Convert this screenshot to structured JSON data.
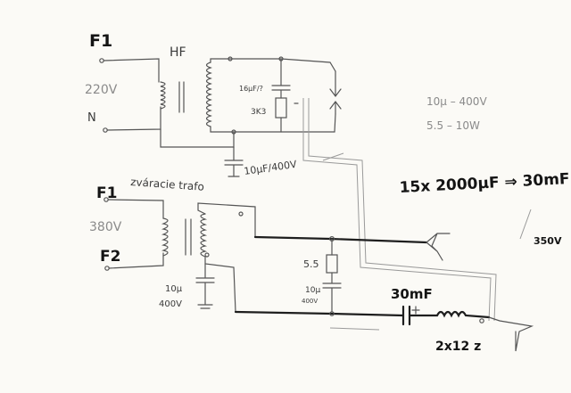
{
  "labels": {
    "f1_top": "F1",
    "hf": "HF",
    "v220": "220V",
    "n": "N",
    "cap_top_value": "16μF/?",
    "res_top": "3K3",
    "cap_mid": "10μF/400V",
    "note_1": "10μ – 400V",
    "note_2": "5.5 – 10W",
    "zvaracie": "zváracie trafo",
    "f1_bottom": "F1",
    "v380": "380V",
    "f2": "F2",
    "big_cap": "15x 2000μF ⇒ 30mF",
    "v350": "350V",
    "res_55": "5.5",
    "cap_left": "10μ",
    "cap_left_v": "400V",
    "cap_mid2": "10μ",
    "cap_mid2_v": "400V",
    "mf30": "30mF",
    "inductor": "2x12 z"
  }
}
